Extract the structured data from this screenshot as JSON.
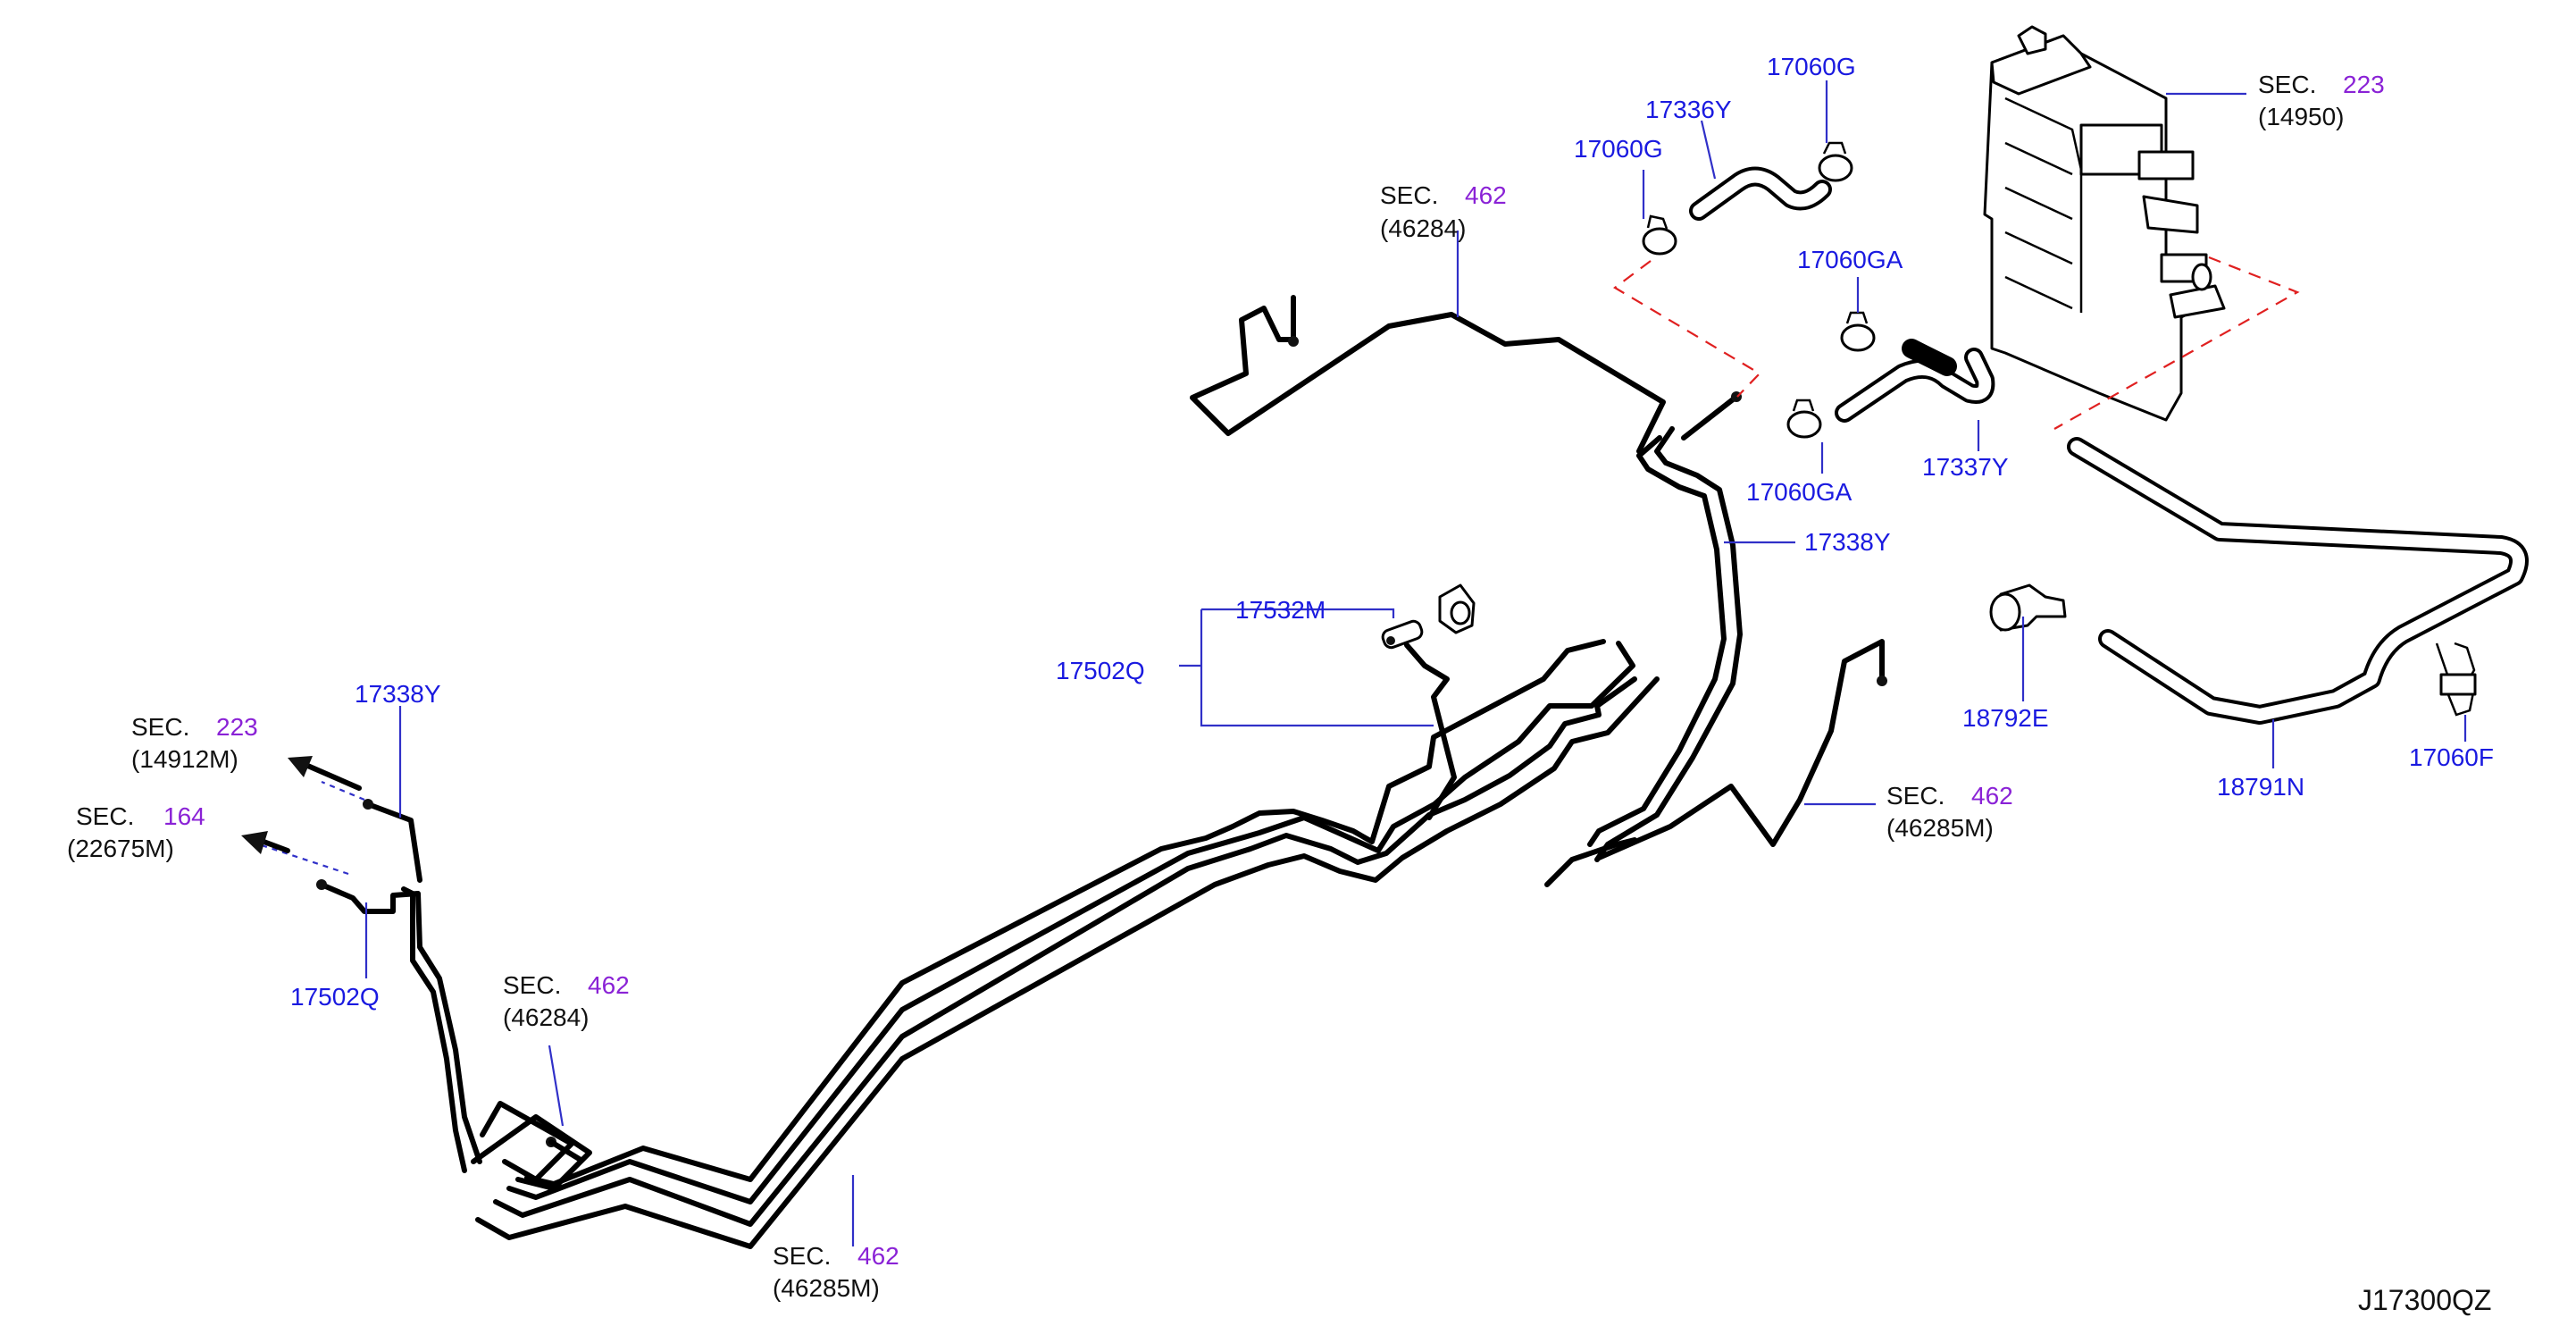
{
  "diagram_id": "J17300QZ",
  "sections": [
    {
      "id": "sec-462-46284-top",
      "prefix": "SEC.",
      "number": "462",
      "ref": "(46284)"
    },
    {
      "id": "sec-223-14950",
      "prefix": "SEC.",
      "number": "223",
      "ref": "(14950)"
    },
    {
      "id": "sec-462-46285m-right",
      "prefix": "SEC.",
      "number": "462",
      "ref": "(46285M)"
    },
    {
      "id": "sec-223-14912m",
      "prefix": "SEC.",
      "number": "223",
      "ref": "(14912M)"
    },
    {
      "id": "sec-164-22675m",
      "prefix": "SEC.",
      "number": "164",
      "ref": "(22675M)"
    },
    {
      "id": "sec-462-46284-bottom",
      "prefix": "SEC.",
      "number": "462",
      "ref": "(46284)"
    },
    {
      "id": "sec-462-46285m-bottom",
      "prefix": "SEC.",
      "number": "462",
      "ref": "(46285M)"
    }
  ],
  "parts": {
    "p17060G_top": "17060G",
    "p17336Y": "17336Y",
    "p17060G_left": "17060G",
    "p17060GA_top": "17060GA",
    "p17060GA_bottom": "17060GA",
    "p17337Y": "17337Y",
    "p17338Y_right": "17338Y",
    "p17532M": "17532M",
    "p17502Q_mid": "17502Q",
    "p18792E": "18792E",
    "p18791N": "18791N",
    "p17060F": "17060F",
    "p17338Y_left": "17338Y",
    "p17502Q_left": "17502Q"
  },
  "colors": {
    "part_label": "#1a1ae0",
    "section_number": "#8a22d6",
    "section_text": "#111111",
    "leader_line": "#3030c8",
    "dashed_guide": "#e02020"
  }
}
